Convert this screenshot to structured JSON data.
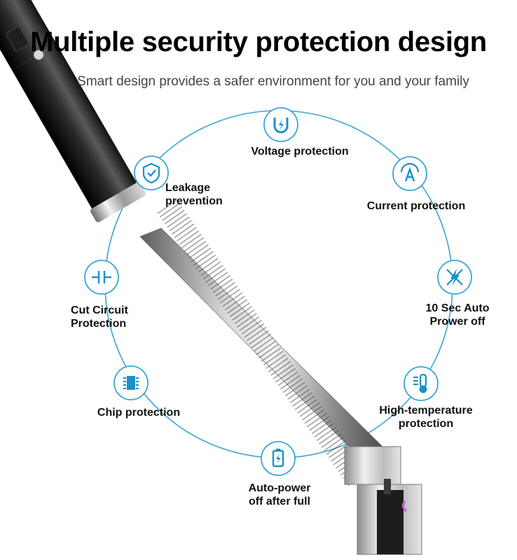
{
  "header": {
    "title": "Multiple security protection design",
    "subtitle": "Smart design provides a safer environment for you and your family"
  },
  "colors": {
    "accent": "#1a90c8",
    "ring": "#3aa5d6",
    "text": "#111111",
    "subtext": "#444444"
  },
  "features": [
    {
      "id": "voltage",
      "icon": "magnet-bolt-icon",
      "lines": [
        "Voltage protection"
      ]
    },
    {
      "id": "current",
      "icon": "ampere-icon",
      "lines": [
        "Current protection"
      ]
    },
    {
      "id": "auto-power-off",
      "icon": "bolt-off-icon",
      "lines": [
        "10 Sec Auto",
        "Prower off"
      ]
    },
    {
      "id": "high-temperature",
      "icon": "thermometer-icon",
      "lines": [
        "High-temperature",
        "protection"
      ]
    },
    {
      "id": "auto-power-full",
      "icon": "battery-bolt-icon",
      "lines": [
        "Auto-power",
        "off after full"
      ]
    },
    {
      "id": "chip",
      "icon": "chip-icon",
      "lines": [
        "Chip protection"
      ]
    },
    {
      "id": "cut-circuit",
      "icon": "capacitor-icon",
      "lines": [
        "Cut Circuit",
        "Protection"
      ]
    },
    {
      "id": "leakage",
      "icon": "shield-check-icon",
      "lines": [
        "Leakage",
        "prevention"
      ]
    }
  ]
}
